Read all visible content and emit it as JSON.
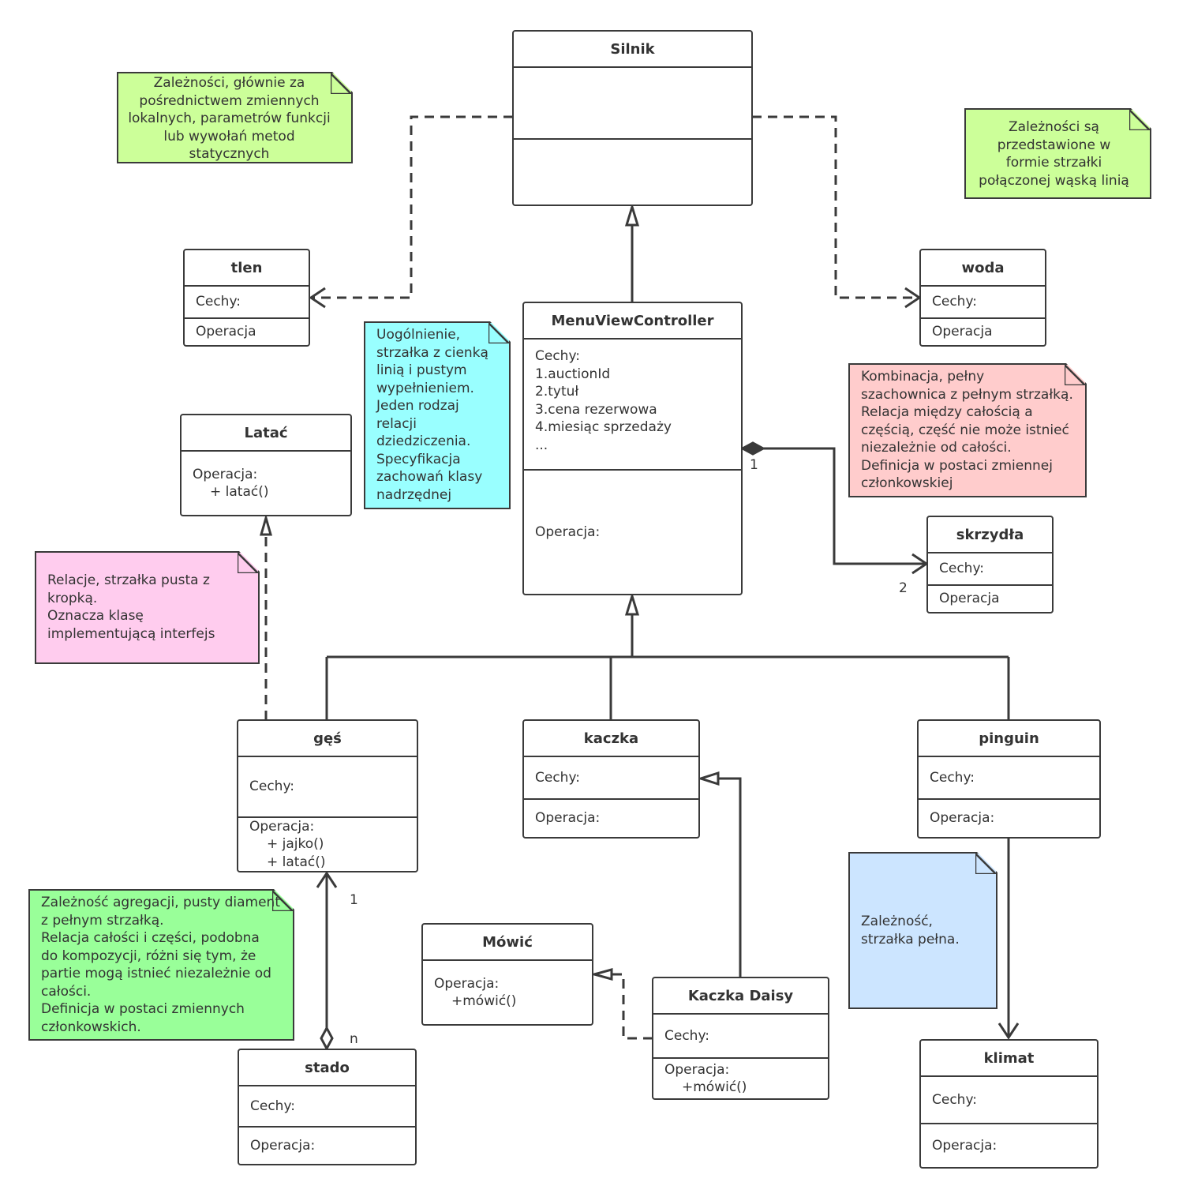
{
  "colors": {
    "line": "#3a3a3a",
    "note_green": "#ccff99",
    "note_green_dark": "#99ff99",
    "note_cyan": "#99ffff",
    "note_pink_red": "#ffcccc",
    "note_pink": "#ffccee",
    "note_blue": "#cce5ff"
  },
  "classes": {
    "silnik": {
      "name": "Silnik"
    },
    "tlen": {
      "name": "tlen",
      "features": "Cechy:",
      "operations": "Operacja"
    },
    "woda": {
      "name": "woda",
      "features": "Cechy:",
      "operations": "Operacja"
    },
    "menu": {
      "name": "MenuViewController",
      "features": [
        "Cechy:",
        "1.auctionId",
        "2.tytuł",
        "3.cena rezerwowa",
        "4.miesiąc sprzedaży",
        "..."
      ],
      "operations": "Operacja:"
    },
    "latac": {
      "name": "Latać",
      "operations": [
        "Operacja:",
        "+ latać()"
      ]
    },
    "skrzydla": {
      "name": "skrzydła",
      "features": "Cechy:",
      "operations": "Operacja"
    },
    "ges": {
      "name": "gęś",
      "features": "Cechy:",
      "operations": [
        "Operacja:",
        "+ jajko()",
        "+ latać()"
      ]
    },
    "kaczka": {
      "name": "kaczka",
      "features": "Cechy:",
      "operations": "Operacja:"
    },
    "pinguin": {
      "name": "pinguin",
      "features": "Cechy:",
      "operations": "Operacja:"
    },
    "mowic": {
      "name": "Mówić",
      "operations": [
        "Operacja:",
        "+mówić()"
      ]
    },
    "daisy": {
      "name": "Kaczka Daisy",
      "features": "Cechy:",
      "operations": [
        "Operacja:",
        "+mówić()"
      ]
    },
    "stado": {
      "name": "stado",
      "features": "Cechy:",
      "operations": "Operacja:"
    },
    "klimat": {
      "name": "klimat",
      "features": "Cechy:",
      "operations": "Operacja:"
    }
  },
  "notes": {
    "dependency_local": "Zależności, głównie za\npośrednictwem zmiennych\nlokalnych, parametrów funkcji\nlub wywołań metod\nstatycznych",
    "dependency_arrow": "Zależności są\nprzedstawione w\nformie strzałki\npołączonej wąską linią",
    "generalization": "Uogólnienie,\nstrzałka z cienką\nlinią i pustym\nwypełnieniem.\nJeden rodzaj\nrelacji\ndziedziczenia.\nSpecyfikacja\nzachowań klasy\nnadrzędnej",
    "composition": "Kombinacja, pełny\nszachownica z pełnym strzałką.\nRelacja między całością a\nczęścią, część nie może istnieć\nniezależnie od całości.\nDefinicja w postaci zmiennej\nczłonkowskiej",
    "realization": "Relacje, strzałka pusta z\nkropką.\nOznacza klasę\nimplementującą interfejs",
    "aggregation": "Zależność agregacji, pusty diament\nz pełnym strzałką.\nRelacja całości i części, podobna\ndo kompozycji, różni się tym, że\npartie mogą istnieć niezależnie od\ncałości.\nDefinicja w postaci zmiennych\nczłonkowskich.",
    "association": "Zależność,\nstrzałka pełna."
  },
  "multiplicity": {
    "menu_skrzydla_source": "1",
    "menu_skrzydla_target": "2",
    "ges_stado_target": "1",
    "ges_stado_source": "n"
  }
}
